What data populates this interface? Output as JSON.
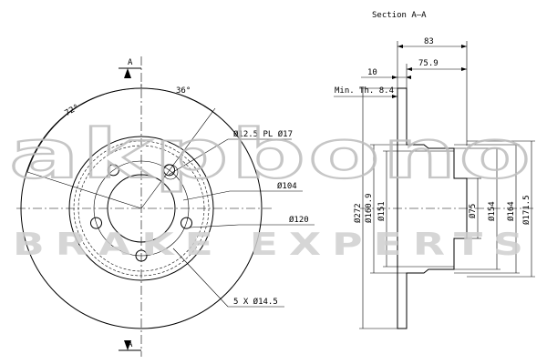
{
  "watermark": {
    "brand": "akpbono",
    "tagline": "BRAKE EXPERTS"
  },
  "front_view": {
    "section_marker_top": "A",
    "section_marker_bottom": "A",
    "angle_36": "36°",
    "angle_72": "72°",
    "hole_pcd_label": "Ø12.5 PL Ø17",
    "pcd_label": "Ø104",
    "hub_label": "Ø120",
    "bolt_label": "5 X Ø14.5"
  },
  "section_view": {
    "title": "Section A–A",
    "dim_overall_width": "83",
    "dim_hub_width": "75.9",
    "dim_disc_thickness": "10",
    "min_thickness_label": "Min. Th. 8.4",
    "diameters_left": [
      "Ø272",
      "Ø160.9",
      "Ø151"
    ],
    "diameters_right": [
      "Ø75",
      "Ø154",
      "Ø164",
      "Ø171.5"
    ]
  }
}
